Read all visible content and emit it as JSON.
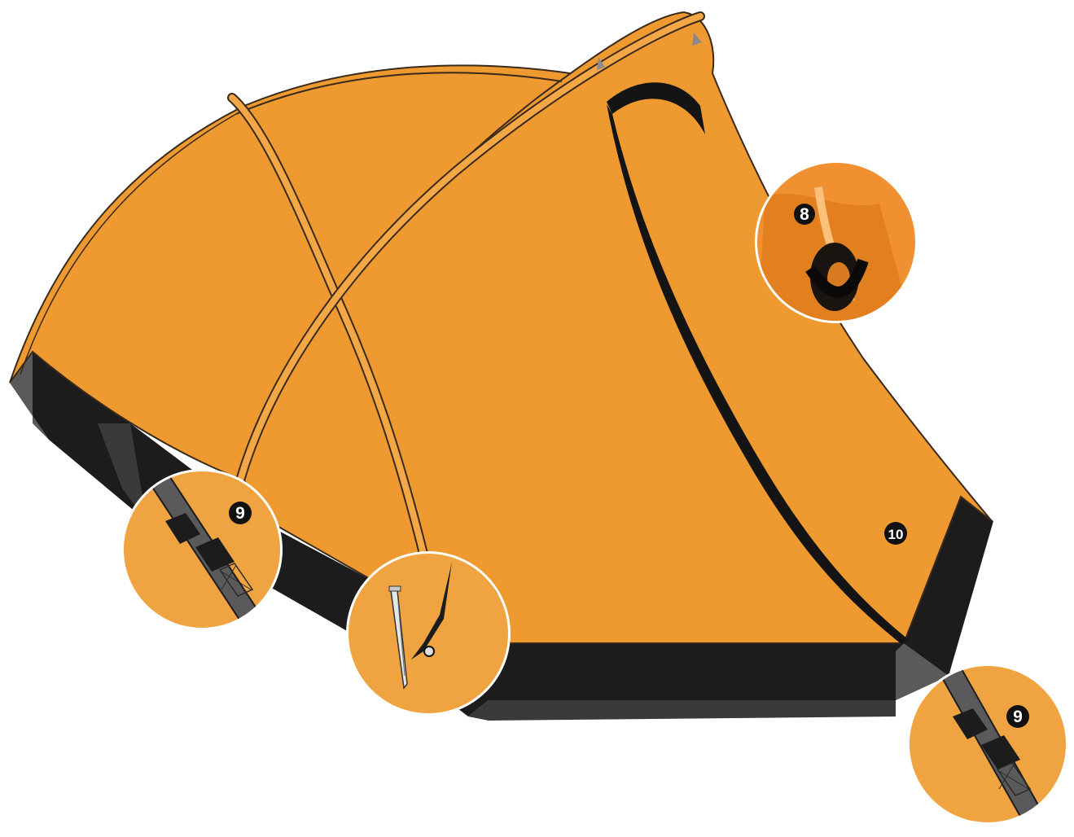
{
  "diagram": {
    "colors": {
      "fly": "#ef9a30",
      "fly_light": "#f3a845",
      "outline": "#3a2a1a",
      "skirt_dark": "#1c1c1c",
      "skirt_mid": "#3a3a3c",
      "skirt_grey": "#5a5a5c",
      "zipper": "#141414",
      "callout_bg": "#f0a441",
      "callout_ring": "#ffffff",
      "badge": "#111111"
    },
    "callouts": [
      {
        "number": "8",
        "subject": "velcro-loop-detail"
      },
      {
        "number": "9",
        "subject": "buckle-strap-detail-left"
      },
      {
        "number": "",
        "subject": "peg-anchor-detail"
      },
      {
        "number": "9",
        "subject": "buckle-strap-detail-right"
      }
    ],
    "body_marker": {
      "number": "10"
    }
  }
}
